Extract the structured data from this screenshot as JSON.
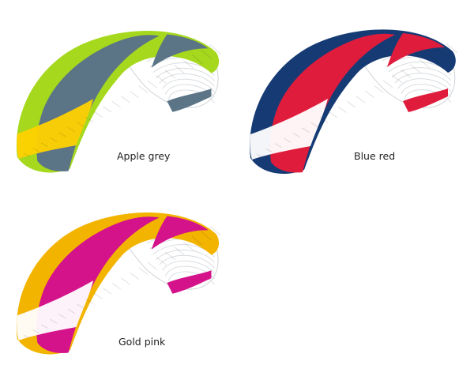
{
  "variants": [
    {
      "name": "Apple grey",
      "colors": {
        "primary": "#a6d81e",
        "secondary": "#5b7486",
        "accent": "#ffd200",
        "inner": "#ffffff"
      }
    },
    {
      "name": "Blue red",
      "colors": {
        "primary": "#163b74",
        "secondary": "#e01c3c",
        "accent": "#ffffff",
        "inner": "#ffffff"
      }
    },
    {
      "name": "Gold pink",
      "colors": {
        "primary": "#f3b400",
        "secondary": "#d4128a",
        "accent": "#ffffff",
        "inner": "#ffffff"
      }
    }
  ]
}
